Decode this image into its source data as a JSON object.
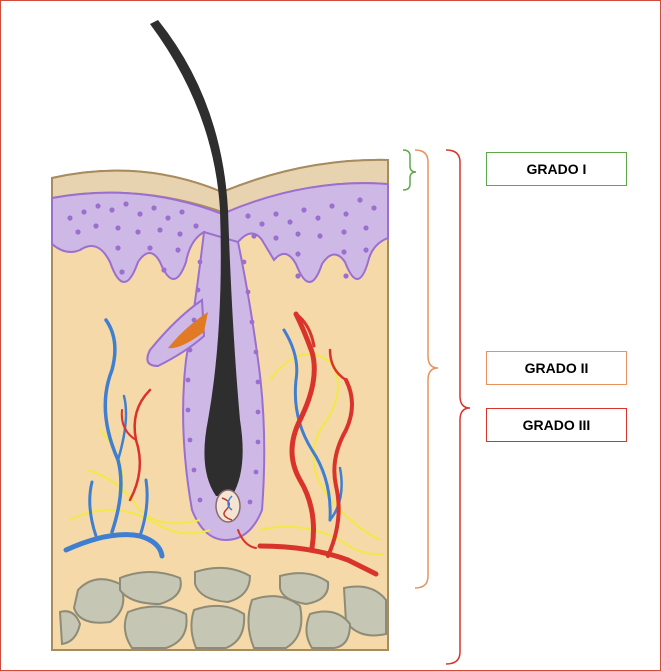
{
  "diagram": {
    "labels": {
      "grado_1": "GRADO I",
      "grado_2": "GRADO II",
      "grado_3": "GRADO III"
    },
    "colors": {
      "frame_border": "#d24a3c",
      "epidermis": "#cdb8e6",
      "epidermis_outline": "#9b6fcf",
      "stratum_corneum": "#e8d3b0",
      "dermis": "#f6d9a8",
      "subcutaneous_fat": "#c5c6b4",
      "hair": "#2e2e2e",
      "vein": "#3f7fd1",
      "artery": "#d9342b",
      "nerve": "#f2e84a",
      "sebaceous_gland": "#e07a24",
      "grado_1_color": "#5fa84a",
      "grado_2_color": "#e8935e",
      "grado_3_color": "#d9342b"
    }
  }
}
